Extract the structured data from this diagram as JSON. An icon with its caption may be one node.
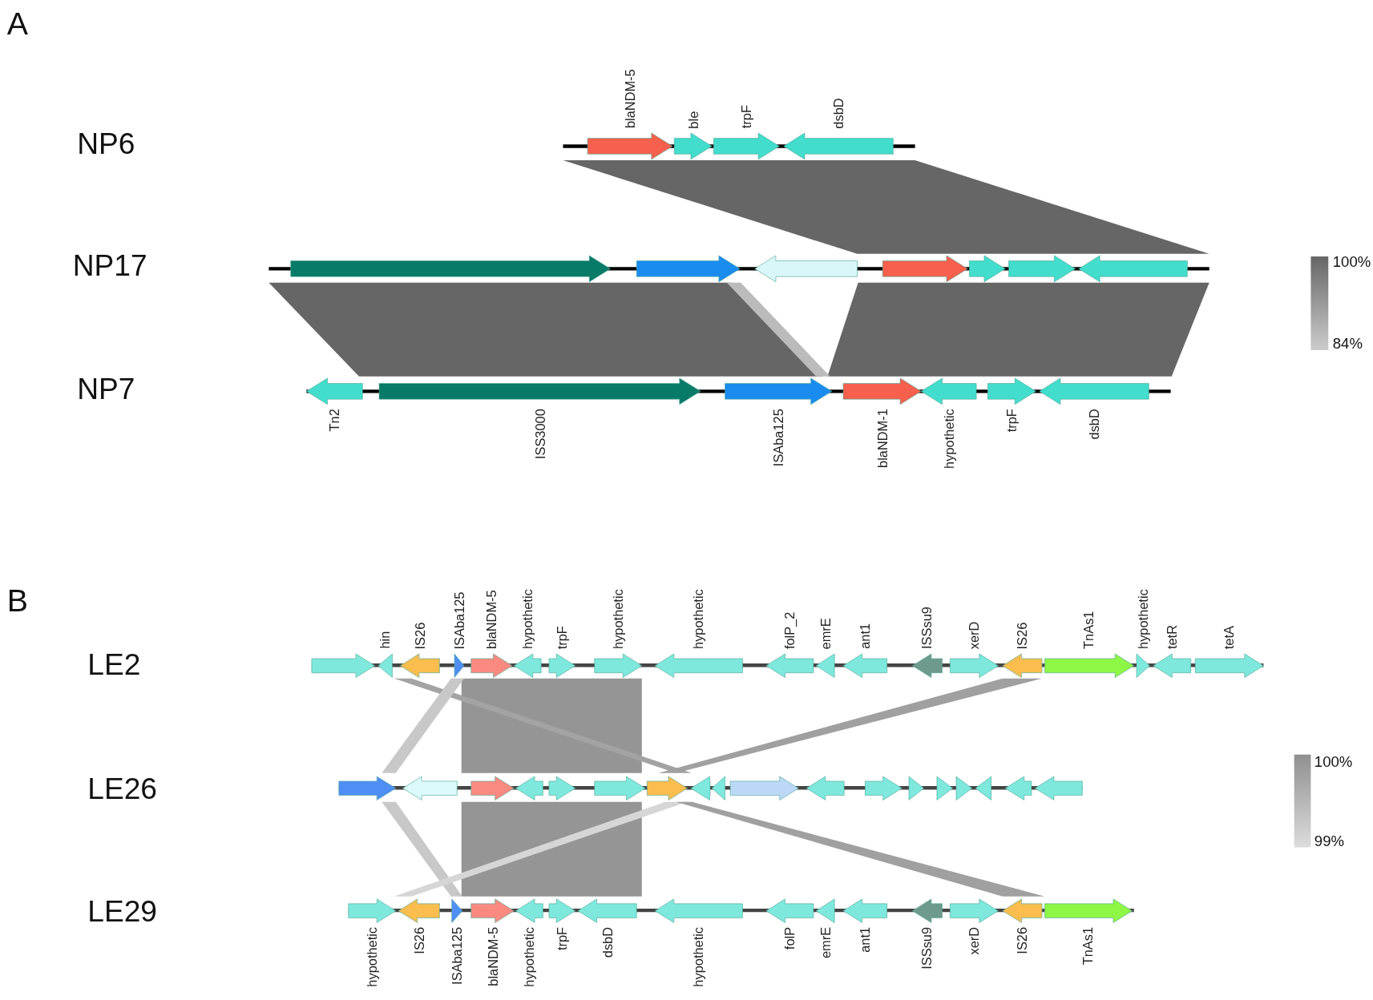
{
  "diagram": {
    "nodes": [
      {
        "text": [],
        "shape": "arrow",
        "beside": [
          "blaNDM-5"
        ]
      },
      {
        "text": [],
        "shape": "arrow",
        "beside": [
          "ble"
        ]
      },
      {
        "text": [],
        "shape": "arrow",
        "beside": [
          "trpF"
        ]
      },
      {
        "text": [],
        "shape": "arrow",
        "beside": [
          "dsbD"
        ]
      },
      {
        "text": [],
        "shape": "arrow"
      },
      {
        "text": [],
        "shape": "arrow"
      },
      {
        "text": [],
        "shape": "arrow"
      },
      {
        "text": [],
        "shape": "arrow"
      },
      {
        "text": [],
        "shape": "arrow"
      },
      {
        "text": [],
        "shape": "arrow"
      },
      {
        "text": [],
        "shape": "arrow"
      },
      {
        "text": [],
        "shape": "arrow",
        "beside": [
          "Tn2"
        ]
      },
      {
        "text": [],
        "shape": "arrow",
        "beside": [
          "ISS3000"
        ]
      },
      {
        "text": [],
        "shape": "arrow",
        "beside": [
          "ISAba125"
        ]
      },
      {
        "text": [],
        "shape": "arrow",
        "beside": [
          "blaNDM-1"
        ]
      },
      {
        "text": [],
        "shape": "arrow",
        "beside": [
          "hypothetic"
        ]
      },
      {
        "text": [],
        "shape": "arrow",
        "beside": [
          "trpF"
        ]
      },
      {
        "text": [],
        "shape": "arrow",
        "beside": [
          "dsbD"
        ]
      },
      {
        "text": [],
        "shape": "arrow"
      },
      {
        "text": [],
        "shape": "arrow",
        "beside": [
          "hin"
        ]
      },
      {
        "text": [],
        "shape": "arrow",
        "beside": [
          "IS26"
        ]
      },
      {
        "text": [],
        "shape": "arrow",
        "beside": [
          "ISAba125"
        ]
      },
      {
        "text": [],
        "shape": "arrow",
        "beside": [
          "blaNDM-5"
        ]
      },
      {
        "text": [],
        "shape": "arrow",
        "beside": [
          "hypothetic"
        ]
      },
      {
        "text": [],
        "shape": "arrow",
        "beside": [
          "trpF"
        ]
      },
      {
        "text": [],
        "shape": "arrow",
        "beside": [
          "hypothetic"
        ]
      },
      {
        "text": [],
        "shape": "arrow",
        "beside": [
          "hypothetic"
        ]
      },
      {
        "text": [],
        "shape": "arrow",
        "beside": [
          "folP_2"
        ]
      },
      {
        "text": [],
        "shape": "arrow",
        "beside": [
          "emrE"
        ]
      },
      {
        "text": [],
        "shape": "arrow",
        "beside": [
          "ant1"
        ]
      },
      {
        "text": [],
        "shape": "arrow",
        "beside": [
          "ISSsu9"
        ]
      },
      {
        "text": [],
        "shape": "arrow",
        "beside": [
          "xerD"
        ]
      },
      {
        "text": [],
        "shape": "arrow",
        "beside": [
          "IS26"
        ]
      },
      {
        "text": [],
        "shape": "arrow",
        "beside": [
          "TnAs1"
        ]
      },
      {
        "text": [],
        "shape": "arrow",
        "beside": [
          "hypothetic"
        ]
      },
      {
        "text": [],
        "shape": "arrow",
        "beside": [
          "tetR"
        ]
      },
      {
        "text": [],
        "shape": "arrow",
        "beside": [
          "tetA"
        ]
      },
      {
        "text": [],
        "shape": "arrow"
      },
      {
        "text": [],
        "shape": "arrow"
      },
      {
        "text": [],
        "shape": "arrow"
      },
      {
        "text": [],
        "shape": "arrow"
      },
      {
        "text": [],
        "shape": "arrow"
      },
      {
        "text": [],
        "shape": "arrow"
      },
      {
        "text": [],
        "shape": "arrow"
      },
      {
        "text": [],
        "shape": "arrow"
      },
      {
        "text": [],
        "shape": "arrow"
      },
      {
        "text": [],
        "shape": "arrow"
      },
      {
        "text": [],
        "shape": "arrow"
      },
      {
        "text": [],
        "shape": "arrow"
      },
      {
        "text": [],
        "shape": "arrow"
      },
      {
        "text": [],
        "shape": "arrow"
      },
      {
        "text": [],
        "shape": "arrow"
      },
      {
        "text": [],
        "shape": "arrow"
      },
      {
        "text": [],
        "shape": "arrow"
      },
      {
        "text": [],
        "shape": "arrow"
      },
      {
        "text": [],
        "shape": "arrow",
        "beside": [
          "hypothetic"
        ]
      },
      {
        "text": [],
        "shape": "arrow",
        "beside": [
          "IS26"
        ]
      },
      {
        "text": [],
        "shape": "arrow",
        "beside": [
          "ISAba125"
        ]
      },
      {
        "text": [],
        "shape": "arrow",
        "beside": [
          "blaNDM-5"
        ]
      },
      {
        "text": [],
        "shape": "arrow",
        "beside": [
          "hypothetic"
        ]
      },
      {
        "text": [],
        "shape": "arrow",
        "beside": [
          "trpF"
        ]
      },
      {
        "text": [],
        "shape": "arrow",
        "beside": [
          "dsbD"
        ]
      },
      {
        "text": [],
        "shape": "arrow",
        "beside": [
          "hypothetic"
        ]
      },
      {
        "text": [],
        "shape": "arrow",
        "beside": [
          "folP"
        ]
      },
      {
        "text": [],
        "shape": "arrow",
        "beside": [
          "emrE"
        ]
      },
      {
        "text": [],
        "shape": "arrow",
        "beside": [
          "ant1"
        ]
      },
      {
        "text": [],
        "shape": "arrow",
        "beside": [
          "ISSsu9"
        ]
      },
      {
        "text": [],
        "shape": "arrow",
        "beside": [
          "xerD"
        ]
      },
      {
        "text": [],
        "shape": "arrow",
        "beside": [
          "IS26"
        ]
      },
      {
        "text": [],
        "shape": "arrow",
        "beside": [
          "TnAs1"
        ]
      }
    ],
    "labels": [
      "A",
      "NP6",
      "NP17",
      "NP7",
      "100%",
      "84%",
      "B",
      "LE2",
      "LE26",
      "LE29",
      "100%",
      "99%"
    ]
  }
}
